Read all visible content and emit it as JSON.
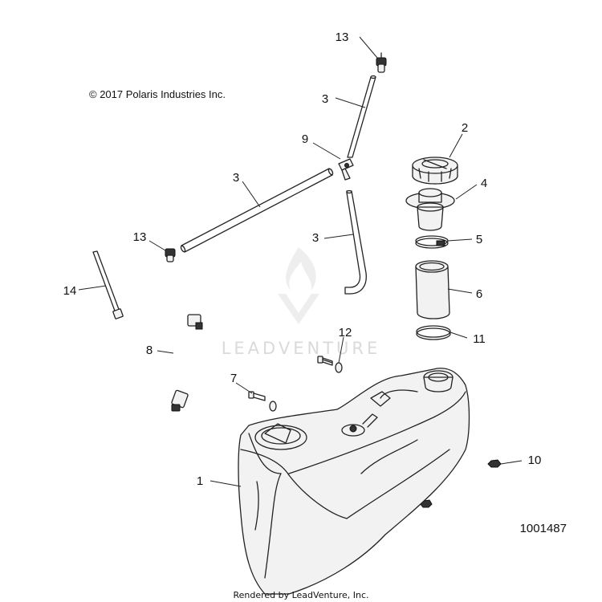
{
  "diagram": {
    "copyright": "© 2017 Polaris Industries Inc.",
    "diagram_number": "1001487",
    "footer": "Rendered by LeadVenture, Inc.",
    "watermark": "LEADVENTURE",
    "callouts": {
      "c1": "1",
      "c2": "2",
      "c3a": "3",
      "c3b": "3",
      "c3c": "3",
      "c4": "4",
      "c5": "5",
      "c6": "6",
      "c7": "7",
      "c8": "8",
      "c9": "9",
      "c10": "10",
      "c11": "11",
      "c12": "12",
      "c13a": "13",
      "c13b": "13",
      "c14": "14"
    }
  }
}
